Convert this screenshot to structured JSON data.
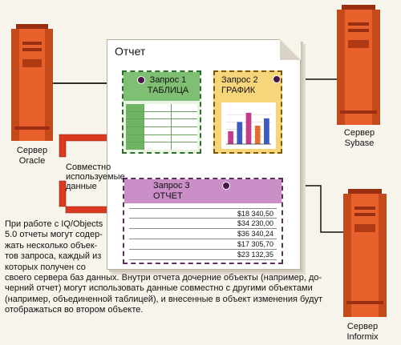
{
  "report": {
    "title": "Отчет"
  },
  "query1": {
    "line1": "Запрос 1",
    "line2": "ТАБЛИЦА"
  },
  "query2": {
    "line1": "Запрос 2",
    "line2": "ГРАФИК",
    "bars": [
      0.35,
      0.6,
      0.85,
      0.5,
      0.7
    ],
    "bar_colors": [
      "#c33b8b",
      "#3b5bc3",
      "#c33b8b",
      "#e0702c",
      "#3b5bc3"
    ]
  },
  "query3": {
    "line1": "Запрос 3",
    "line2": "ОТЧЕТ",
    "values": [
      "$18 340,50",
      "$34 230,00",
      "$36 340,24",
      "$17 305,70",
      "$23 132,35"
    ]
  },
  "shared_label": {
    "line1": "Совместно",
    "line2": "используемые",
    "line3": "данные"
  },
  "servers": {
    "oracle": {
      "line1": "Сервер",
      "line2": "Oracle"
    },
    "sybase": {
      "line1": "Сервер",
      "line2": "Sybase"
    },
    "informix": {
      "line1": "Сервер",
      "line2": "Informix"
    }
  },
  "caption": {
    "l1": "При работе с IQ/Objects",
    "l2": "5.0 отчеты могут содер-",
    "l3": "жать несколько объек-",
    "l4": "тов запроса, каждый из",
    "l5": "которых получен со",
    "l6": "своего сервера баз данных. Внутри отчета дочерние объекты (например, до-",
    "l7": "черний отчет) могут использовать данные совместно с другими объектами",
    "l8": "(например, объединенной таблицей), и внесенные в объект изменения будут",
    "l9": "отображаться во втором объекте."
  },
  "colors": {
    "server_body": "#e8612c",
    "server_dark": "#9a2e10",
    "arrow": "#d93a1f",
    "wire": "#111111"
  }
}
